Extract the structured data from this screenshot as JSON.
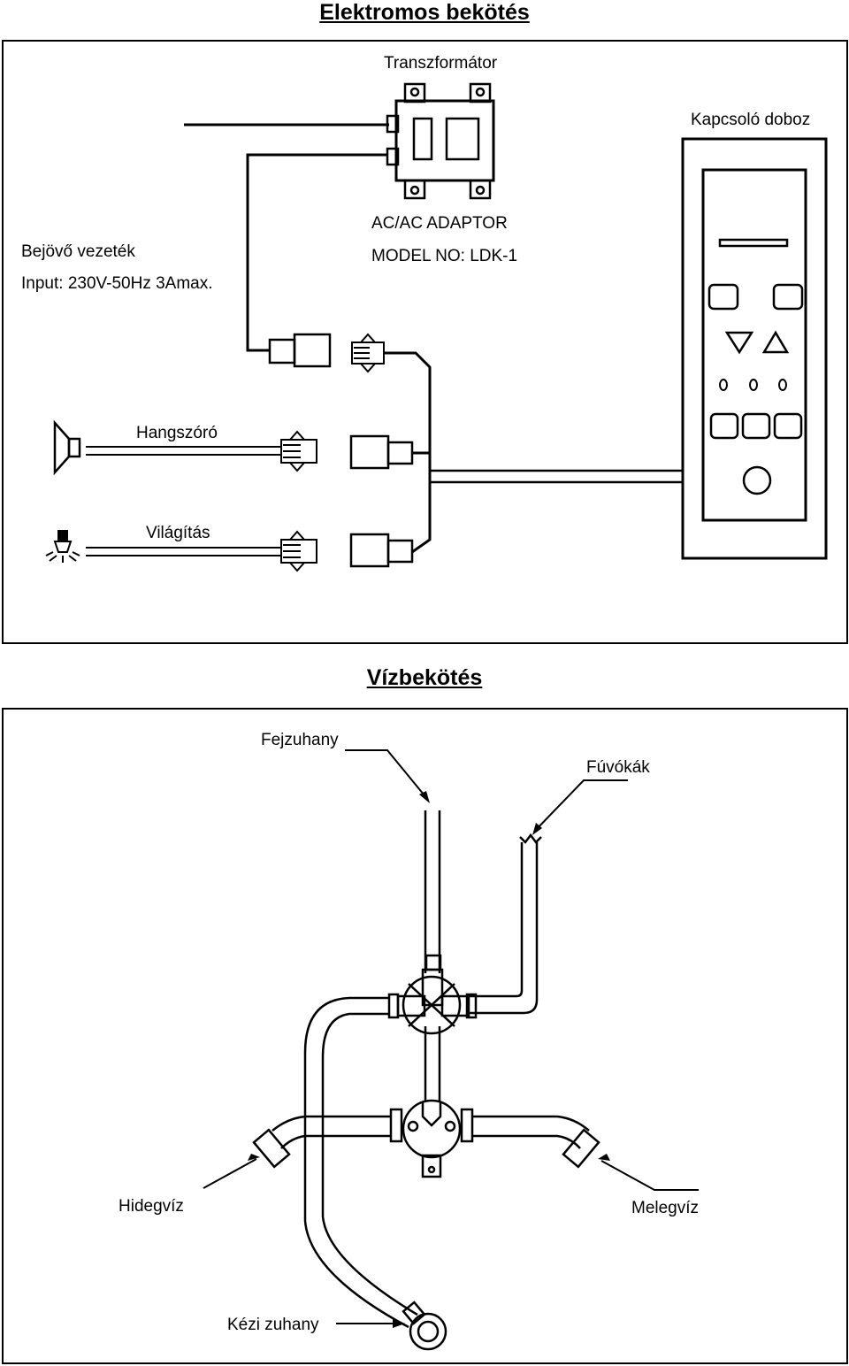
{
  "electrical": {
    "title": "Elektromos bekötés",
    "transformer_label": "Transzformátor",
    "switchbox_label": "Kapcsoló doboz",
    "adaptor_line1": "AC/AC  ADAPTOR",
    "adaptor_line2": "MODEL NO: LDK-1",
    "incoming_label": "Bejövő vezeték",
    "input_label": "Input: 230V-50Hz 3Amax.",
    "speaker_label": "Hangszóró",
    "light_label": "Világítás"
  },
  "water": {
    "title": "Vízbekötés",
    "head_shower_label": "Fejzuhany",
    "jets_label": "Fúvókák",
    "cold_label": "Hidegvíz",
    "hot_label": "Melegvíz",
    "hand_shower_label": "Kézi zuhany"
  }
}
